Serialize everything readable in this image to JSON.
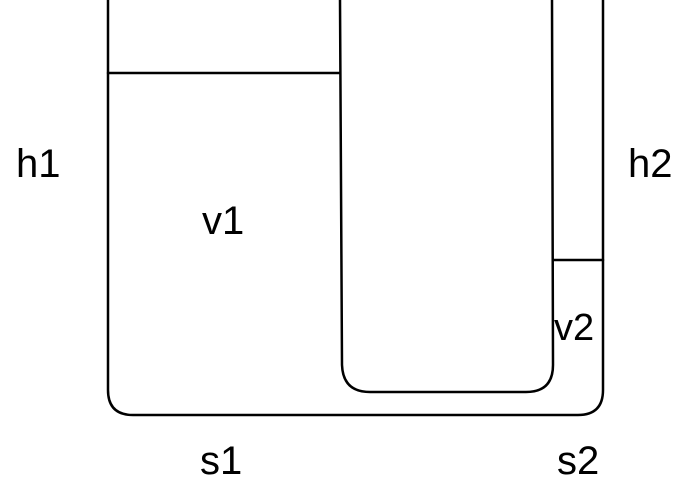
{
  "labels": {
    "h1": "h1",
    "h2": "h2",
    "v1": "v1",
    "v2": "v2",
    "s1": "s1",
    "s2": "s2"
  }
}
